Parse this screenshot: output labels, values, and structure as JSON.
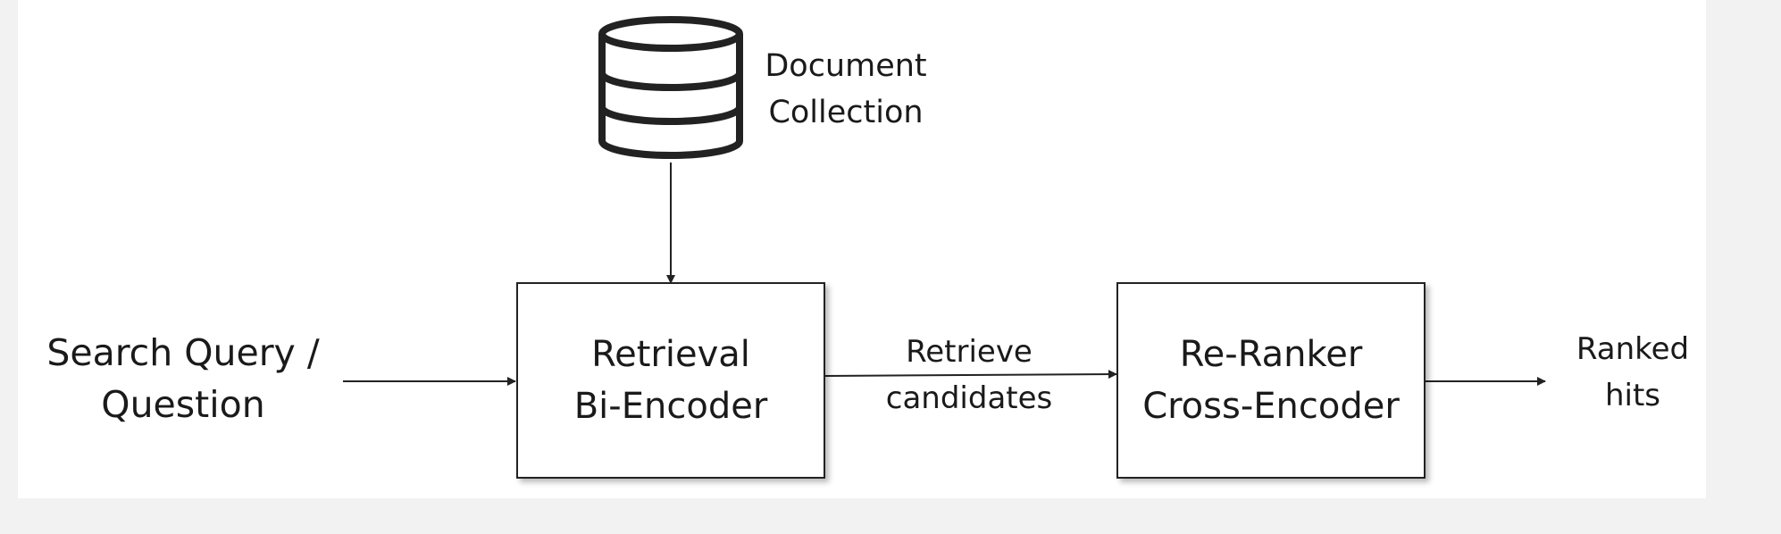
{
  "diagram": {
    "input": {
      "line1": "Search Query /",
      "line2": "Question"
    },
    "collection": {
      "line1": "Document",
      "line2": "Collection",
      "icon": "database-icon"
    },
    "retrieval_box": {
      "line1": "Retrieval",
      "line2": "Bi-Encoder"
    },
    "edge_label": {
      "line1": "Retrieve",
      "line2": "candidates"
    },
    "reranker_box": {
      "line1": "Re-Ranker",
      "line2": "Cross-Encoder"
    },
    "output": {
      "line1": "Ranked",
      "line2": "hits"
    }
  },
  "colors": {
    "stroke": "#222222",
    "text": "#1a1a1a",
    "background": "#ffffff"
  }
}
